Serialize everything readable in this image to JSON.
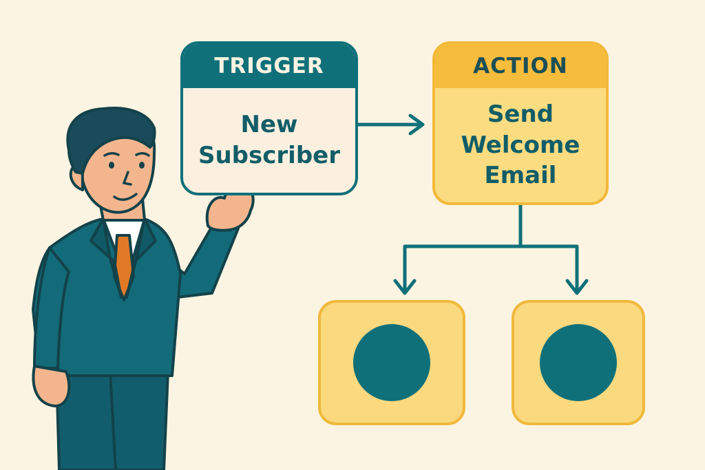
{
  "diagram": {
    "trigger": {
      "header": "TRIGGER",
      "lines": [
        "New",
        "Subscriber"
      ]
    },
    "action": {
      "header": "ACTION",
      "lines": [
        "Send",
        "Welcome",
        "Email"
      ]
    },
    "outcomes": [
      {
        "icon": "circle-icon"
      },
      {
        "icon": "circle-icon"
      }
    ]
  },
  "colors": {
    "background": "#fbf4e2",
    "teal": "#10707a",
    "yellow": "#f6bc3b",
    "light_yellow": "#fbd97f",
    "suit": "#136b79",
    "tie": "#e07a26"
  }
}
